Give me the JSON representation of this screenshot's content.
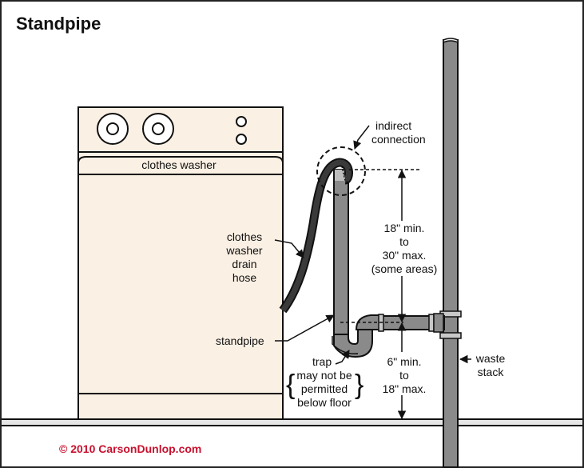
{
  "title": "Standpipe",
  "copyright": "© 2010 CarsonDunlop.com",
  "colors": {
    "washer_fill": "#faf0e4",
    "pipe_fill": "#8a8a8a",
    "hose_fill": "#3a3a3a",
    "copyright": "#c8102e",
    "outline": "#111111"
  },
  "labels": {
    "washer": "clothes washer",
    "indirect": [
      "indirect",
      "connection"
    ],
    "hose": [
      "clothes",
      "washer",
      "drain",
      "hose"
    ],
    "standpipe": "standpipe",
    "height_upper": [
      "18\" min.",
      "to",
      "30\" max.",
      "(some areas)"
    ],
    "height_lower": [
      "6\" min.",
      "to",
      "18\" max."
    ],
    "trap": "trap",
    "trap_note": [
      "may not be",
      "permitted",
      "below floor"
    ],
    "waste_stack": [
      "waste",
      "stack"
    ]
  }
}
